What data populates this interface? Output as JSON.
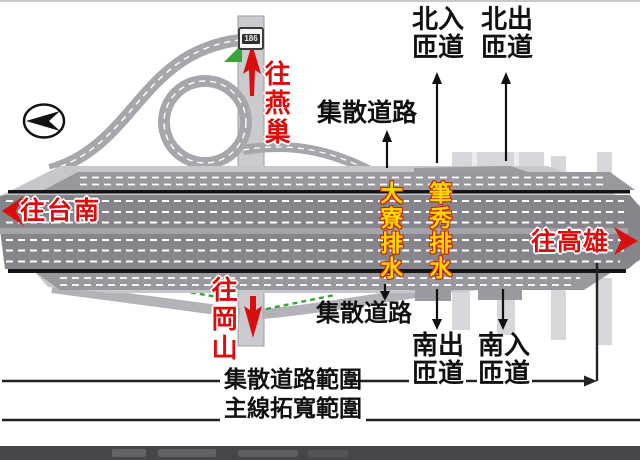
{
  "route_shield": {
    "number": "186"
  },
  "directions": {
    "north": {
      "label": "往燕巢"
    },
    "south": {
      "label": "往岡山"
    },
    "west": {
      "label": "往台南"
    },
    "east": {
      "label": "往高雄"
    }
  },
  "ramps": {
    "north_in": {
      "line1": "北入",
      "line2": "匝道"
    },
    "north_out": {
      "line1": "北出",
      "line2": "匝道"
    },
    "south_out": {
      "line1": "南出",
      "line2": "匝道"
    },
    "south_in": {
      "line1": "南入",
      "line2": "匝道"
    }
  },
  "collector": {
    "north": "集散道路",
    "south": "集散道路"
  },
  "drainage": {
    "west_channel": "大寮排水",
    "east_channel": "筆秀排水"
  },
  "ranges": {
    "collector": "集散道路範圍",
    "mainline": "主線拓寬範圍"
  },
  "icons": {
    "compass": "compass-arrow",
    "shield": "route-shield"
  },
  "colors": {
    "label_red": "#d90f0f",
    "label_yellow": "#ffd800",
    "yellow_outline": "#cc2200",
    "road_dark": "#85858b",
    "road_mid": "#98989e",
    "road_light": "#c6c6cb",
    "band_black": "#141416",
    "green_marking": "#3aa33a"
  }
}
